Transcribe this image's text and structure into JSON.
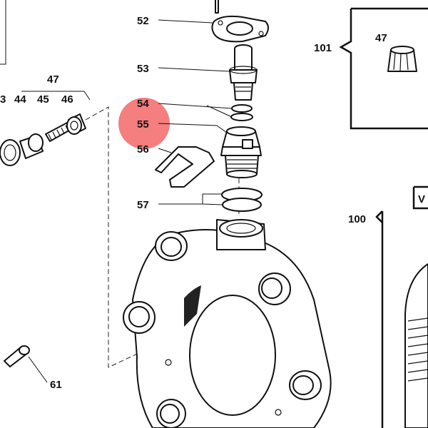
{
  "labels": {
    "p52": "52",
    "p53": "53",
    "p54": "54",
    "p55": "55",
    "p56": "56",
    "p57": "57",
    "p47": "47",
    "p43": "3",
    "p44": "44",
    "p45": "45",
    "p46": "46",
    "p61": "61",
    "p100": "100",
    "p101": "101",
    "p101_inner": "47",
    "view_tab": "V"
  },
  "highlight": {
    "target": "55",
    "color": "#f25a5a"
  }
}
